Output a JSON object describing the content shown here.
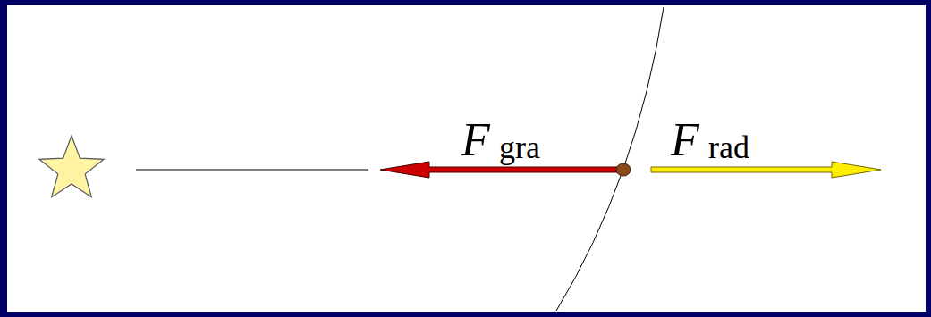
{
  "diagram": {
    "labels": [
      "F",
      "gra",
      "F",
      "rad"
    ]
  }
}
